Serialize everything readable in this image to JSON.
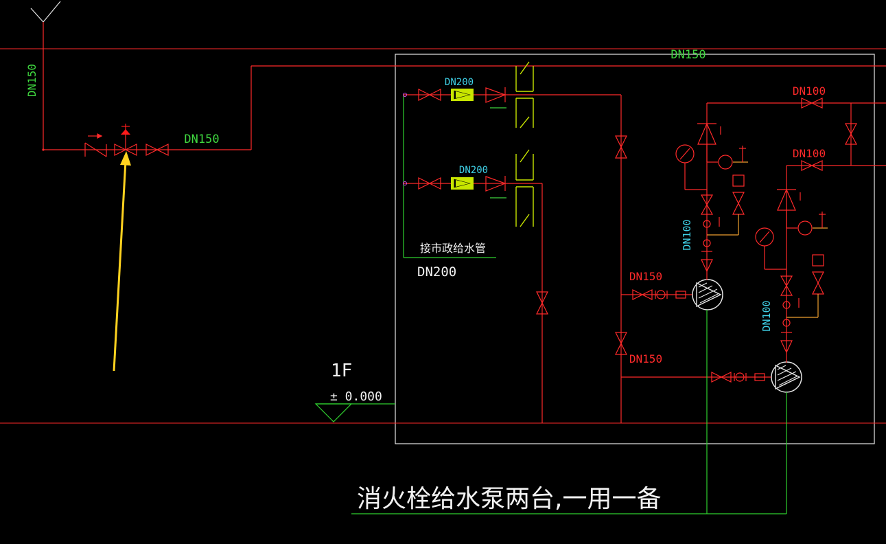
{
  "colors": {
    "background": "#000000",
    "pipe_red": "#ff2a2a",
    "text_green": "#3fd73f",
    "text_cyan": "#3fd0e6",
    "text_white": "#f2f2f2",
    "frame_white": "#e6e6e6",
    "valve_yellow_green": "#c8e600",
    "arrow_yellow": "#ffd21f",
    "leader_green": "#2fd02f",
    "marker_red": "#ff1a1a"
  },
  "labels": {
    "dn150_vertical": "DN150",
    "dn150_inlet": "DN150",
    "dn150_top": "DN150",
    "dn200_upper": "DN200",
    "dn200_lower": "DN200",
    "dn100_top": "DN100",
    "dn100_mid": "DN100",
    "dn100_pump1_vert": "DN100",
    "dn100_pump2_vert": "DN100",
    "dn150_pump1": "DN150",
    "dn150_pump2": "DN150",
    "municipal_pipe": "接市政给水管",
    "municipal_dn": "DN200",
    "floor_name": "1F",
    "floor_elevation": "± 0.000",
    "caption": "消火栓给水泵两台,一用一备"
  }
}
